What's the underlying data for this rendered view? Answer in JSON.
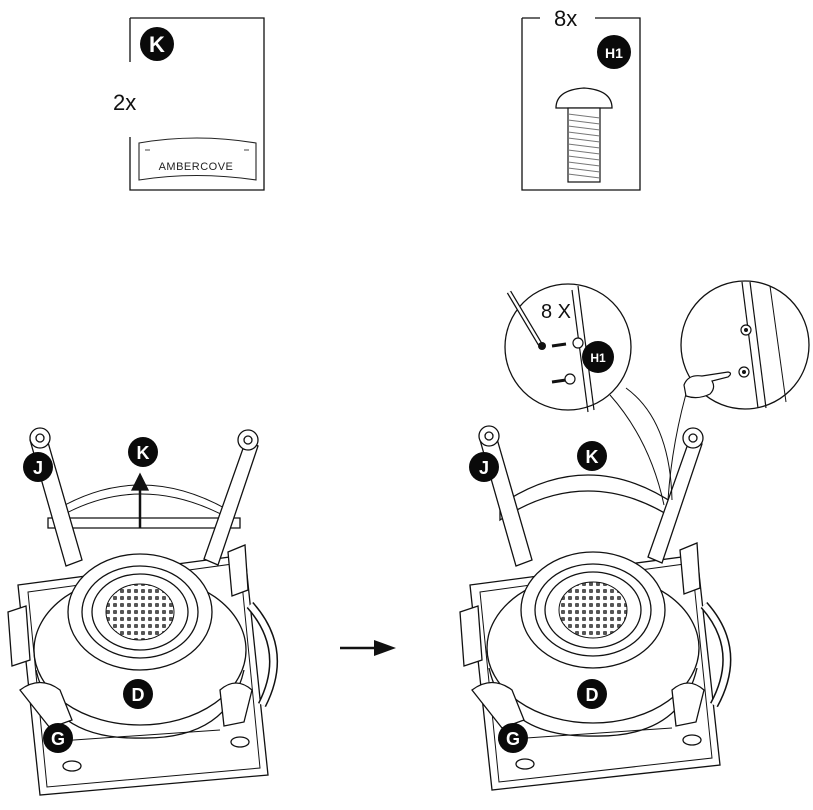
{
  "parts": {
    "k": {
      "badge": "K",
      "quantity": "2x",
      "logo": "AMBERCOVE"
    },
    "h1": {
      "badge": "H1",
      "quantity": "8x"
    }
  },
  "step_before": {
    "labels": {
      "j": "J",
      "k": "K",
      "d": "D",
      "g": "G"
    }
  },
  "step_after": {
    "labels": {
      "j": "J",
      "k": "K",
      "d": "D",
      "g": "G"
    },
    "callout": {
      "quantity": "8 X",
      "badge": "H1"
    }
  },
  "colors": {
    "badge": "#0a0a0a",
    "line": "#111111",
    "background": "#ffffff"
  },
  "icons": [
    "arrow-right-icon",
    "arrow-up-icon",
    "hex-key-icon",
    "pointing-hand-icon"
  ]
}
